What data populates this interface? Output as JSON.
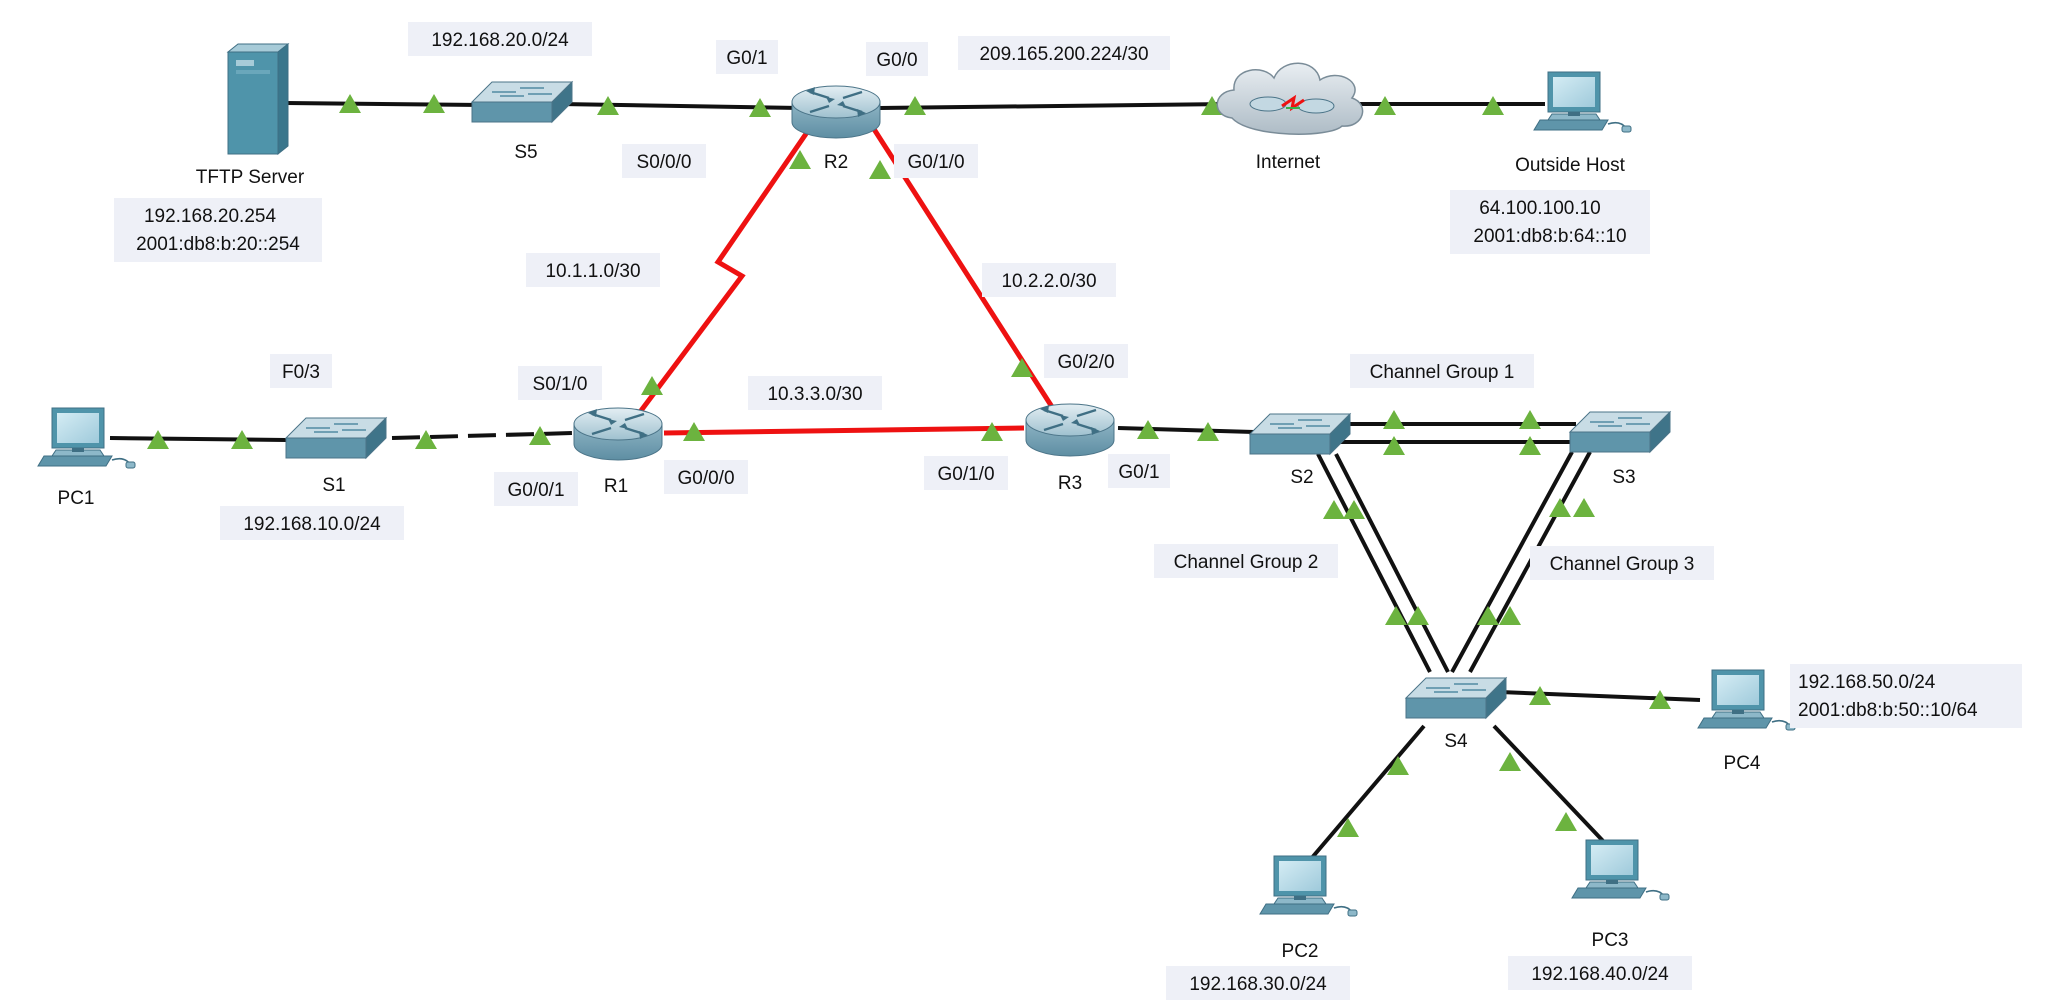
{
  "devices": {
    "tftp_server": "TFTP Server",
    "s5": "S5",
    "r2": "R2",
    "internet": "Internet",
    "outside_host": "Outside Host",
    "pc1": "PC1",
    "s1": "S1",
    "r1": "R1",
    "r3": "R3",
    "s2": "S2",
    "s3": "S3",
    "s4": "S4",
    "pc4": "PC4",
    "pc2": "PC2",
    "pc3": "PC3"
  },
  "networks": {
    "net_20": "192.168.20.0/24",
    "wan_209": "209.165.200.224/30",
    "link_10_1": "10.1.1.0/30",
    "link_10_2": "10.2.2.0/30",
    "link_10_3": "10.3.3.0/30",
    "net_10": "192.168.10.0/24",
    "net_50": "192.168.50.0/24",
    "net_50_v6": "2001:db8:b:50::10/64",
    "net_30": "192.168.30.0/24",
    "net_40": "192.168.40.0/24"
  },
  "hosts": {
    "tftp_ipv4": "192.168.20.254",
    "tftp_ipv6": "2001:db8:b:20::254",
    "outside_ipv4": "64.100.100.10",
    "outside_ipv6": "2001:db8:b:64::10"
  },
  "interfaces": {
    "r2_g01": "G0/1",
    "r2_g00": "G0/0",
    "r2_s000": "S0/0/0",
    "r2_g010": "G0/1/0",
    "s1_f03": "F0/3",
    "r1_s010": "S0/1/0",
    "r1_g001": "G0/0/1",
    "r1_g000": "G0/0/0",
    "r3_g020": "G0/2/0",
    "r3_g010": "G0/1/0",
    "r3_g01": "G0/1"
  },
  "channel_groups": {
    "cg1": "Channel Group 1",
    "cg2": "Channel Group 2",
    "cg3": "Channel Group 3"
  },
  "colors": {
    "ethernet_link": "#111111",
    "serial_link": "#ee1111",
    "link_up_indicator": "#6cb33f",
    "device_body": "#4f94aa",
    "label_background": "#eef0f7"
  }
}
